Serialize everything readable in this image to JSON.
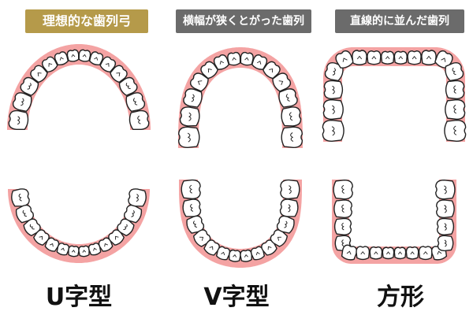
{
  "colors": {
    "gum": "#f4a3a3",
    "tooth_fill": "#ffffff",
    "tooth_line": "#222222",
    "gold": "#b59a4a",
    "gray": "#6b6b6b"
  },
  "panels": [
    {
      "badge": "理想的な歯列弓",
      "caption": "U字型"
    },
    {
      "badge": "横幅が狭くとがった歯列",
      "caption": "V字型"
    },
    {
      "badge": "直線的に並んだ歯列",
      "caption": "方形"
    }
  ]
}
